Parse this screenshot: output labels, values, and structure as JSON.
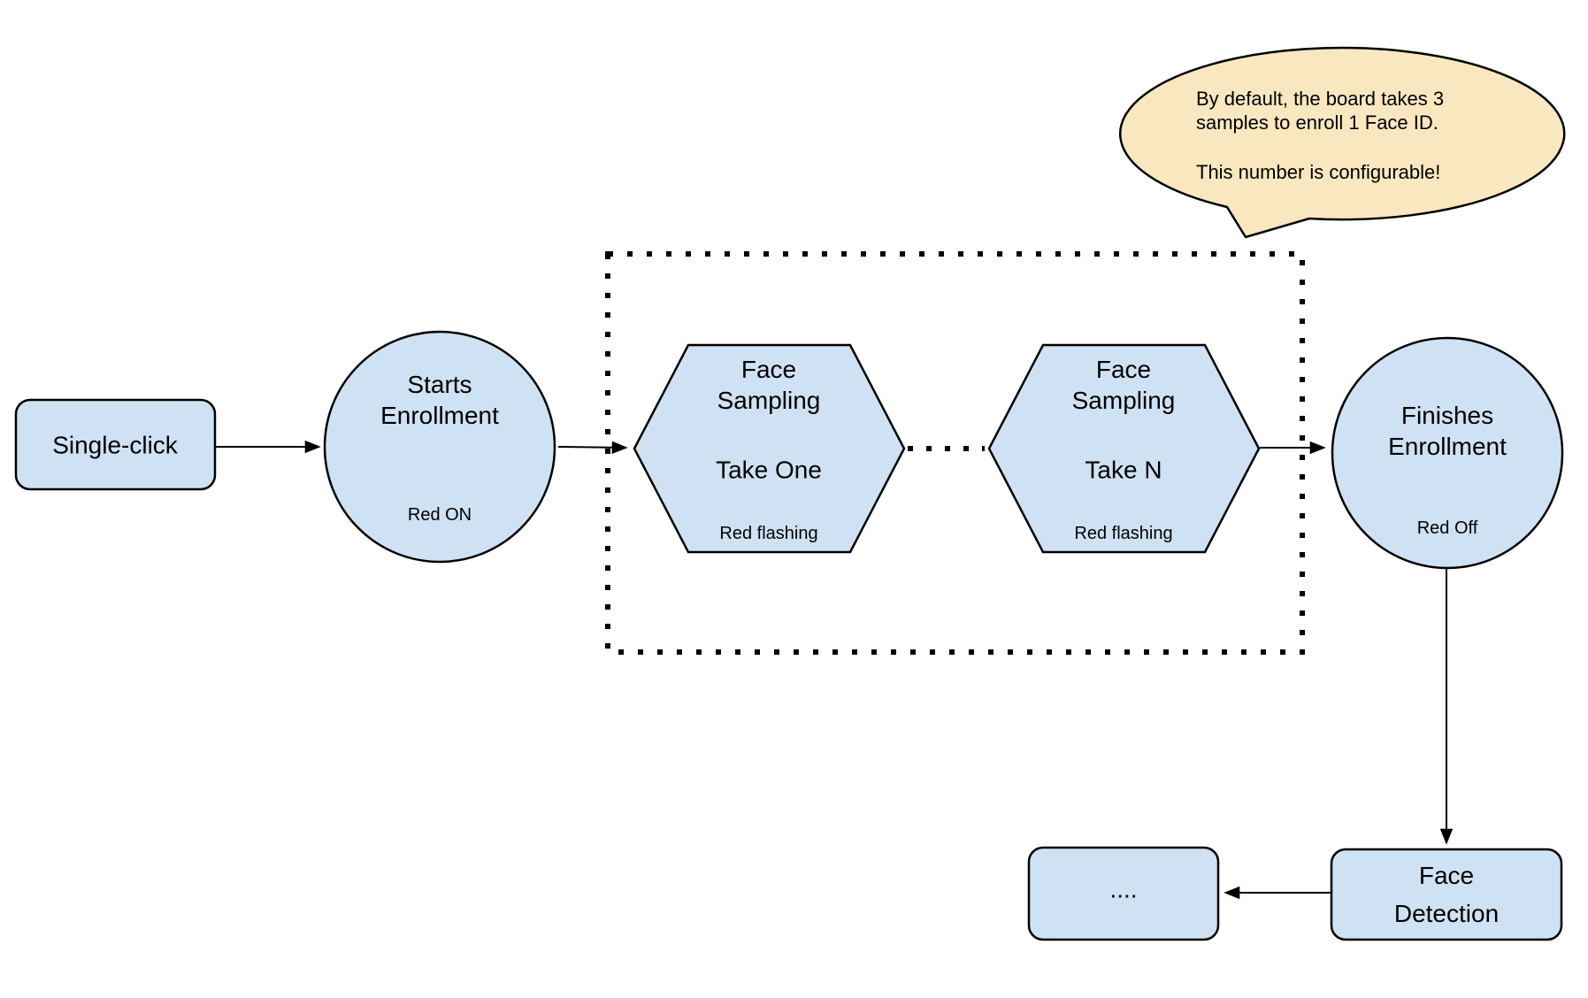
{
  "bubble": {
    "line1": "By default, the board takes 3",
    "line2": "samples to enroll 1 Face ID.",
    "line3": "This number is configurable!"
  },
  "nodes": {
    "single_click": {
      "label": "Single-click"
    },
    "starts_enrollment": {
      "line1": "Starts",
      "line2": "Enrollment",
      "status": "Red ON"
    },
    "face_sampling_take_one": {
      "line1": "Face",
      "line2": "Sampling",
      "subtitle": "Take One",
      "status": "Red flashing"
    },
    "face_sampling_take_n": {
      "line1": "Face",
      "line2": "Sampling",
      "subtitle": "Take N",
      "status": "Red flashing"
    },
    "finishes_enrollment": {
      "line1": "Finishes",
      "line2": "Enrollment",
      "status": "Red Off"
    },
    "face_detection": {
      "line1": "Face",
      "line2": "Detection"
    },
    "continuation": {
      "label": "...."
    }
  },
  "colors": {
    "background": "#ffffff",
    "node_fill": "#cfe2f3",
    "node_stroke": "#000000",
    "bubble_fill": "#f9e7c0",
    "text": "#000000"
  }
}
